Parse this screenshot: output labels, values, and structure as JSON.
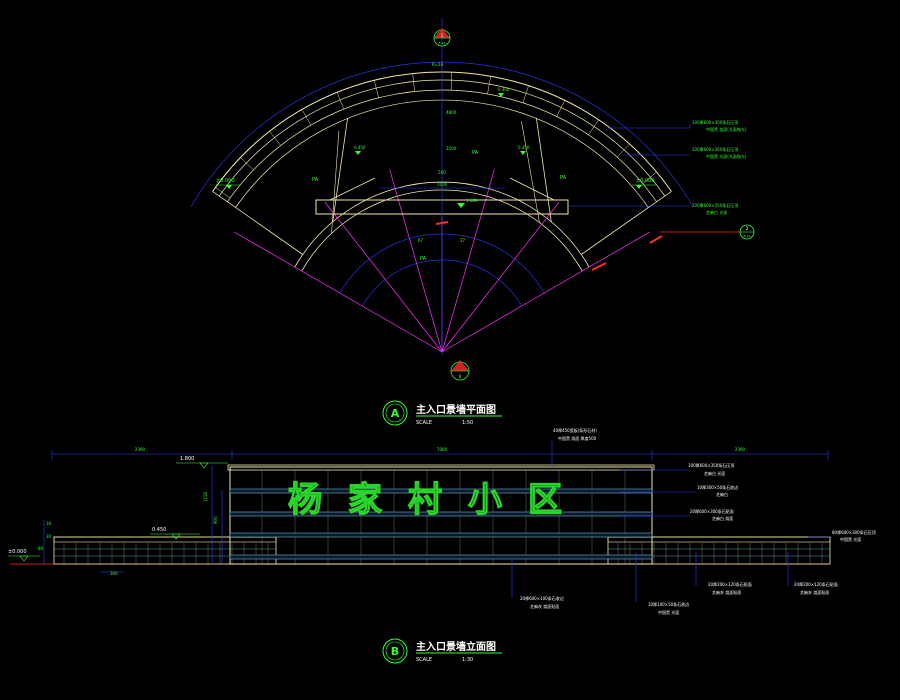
{
  "colors": {
    "background": "#000000",
    "wall": "#f2e9a8",
    "dimension": "#2b3cff",
    "radial": "#ff33ff",
    "annotation": "#33ff33",
    "sign_text": "#29d629",
    "accent": "#ff2a2a",
    "cyan": "#22e6e6",
    "hatch": "#7fd4ff"
  },
  "plan": {
    "title": "主入口景墙平面图",
    "scale_label": "SCALE",
    "scale": "1:50",
    "view_letter": "A",
    "north_marker": {
      "number": "1",
      "sheet": "B-16"
    },
    "south_marker": {
      "sheet": "B"
    },
    "section_marker": {
      "number": "2",
      "sheet": "B-16"
    },
    "level_left": "±0.000",
    "level_right": "±0.000",
    "level_center": "1.600",
    "level_wall_left": "0.450",
    "level_wall_right": "0.450",
    "level_top": "0.300",
    "pa_labels": [
      "PA",
      "PA",
      "PA",
      "PA"
    ],
    "dim_top_width": "7000",
    "dim_top_small": "500",
    "dim_vertical_1": "4800",
    "dim_vertical_2": "3500",
    "dim_top_radius": "R=16",
    "angle_left": "67",
    "angle_right": "37",
    "callouts": [
      {
        "line1": "100厚600×300条石压顶",
        "line2": "中国黑 烧面(光面抛光)"
      },
      {
        "line1": "100厚600×300条石压顶",
        "line2": "中国黑 光面(光面抛光)"
      },
      {
        "line1": "100厚600×350条石压顶",
        "line2": "芝麻白 光面"
      }
    ]
  },
  "elevation": {
    "title": "主入口景墙立面图",
    "scale_label": "SCALE",
    "scale": "1:30",
    "view_letter": "B",
    "sign_text": "杨家村小区",
    "dim_total_left": "2390",
    "dim_total_center": "7000",
    "dim_total_right": "2390",
    "level_top": "1.800",
    "level_low": "0.450",
    "level_ground": "±0.000",
    "dim_height_1": "1150",
    "dim_height_2": "900",
    "dim_base": "300",
    "dim_small_1": "30",
    "dim_small_2": "30",
    "dim_small_3": "80",
    "top_note_1": "40厚450宽板(条形石材)",
    "top_note_2": "中国黑 烧面 厚度500",
    "right_notes": [
      {
        "line1": "100厚600×350条石压顶",
        "line2": "芝麻白 光面"
      },
      {
        "line1": "10厚300×50条石收边",
        "line2": "芝麻白"
      },
      {
        "line1": "20厚600×300条石贴面",
        "line2": "芝麻白 烧面"
      },
      {
        "line1": "80厚600×300条石压顶",
        "line2": "中国黑 光面"
      }
    ],
    "bottom_notes": [
      {
        "line1": "20厚600×100条石收边",
        "line2": "芝麻灰 烧面贴面"
      },
      {
        "line1": "10厚100×50条石收边",
        "line2": "中国黑 光面"
      },
      {
        "line1": "20厚200×120条石贴面",
        "line2": "芝麻灰 烧面贴面"
      },
      {
        "line1": "20厚200×120条石贴面",
        "line2": "芝麻灰 烧面贴面"
      }
    ]
  }
}
